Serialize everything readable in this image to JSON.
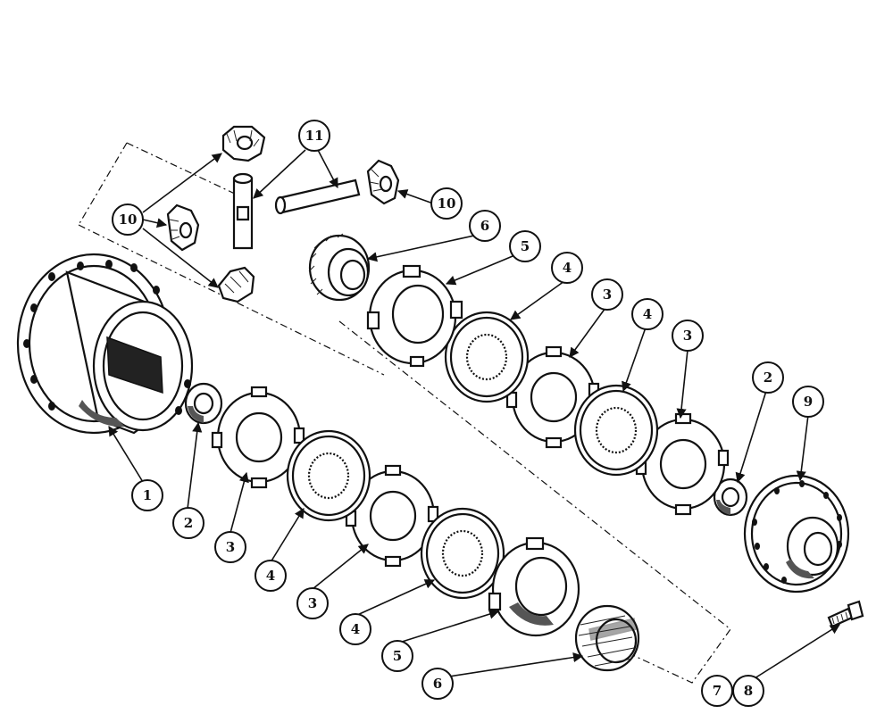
{
  "callouts": {
    "c1": "1",
    "c2a": "2",
    "c2b": "2",
    "c3a": "3",
    "c3b": "3",
    "c3c": "3",
    "c3d": "3",
    "c4a": "4",
    "c4b": "4",
    "c4c": "4",
    "c4d": "4",
    "c5a": "5",
    "c5b": "5",
    "c6a": "6",
    "c6b": "6",
    "c7": "7",
    "c8": "8",
    "c9": "9",
    "c10a": "10",
    "c10b": "10",
    "c11": "11"
  }
}
